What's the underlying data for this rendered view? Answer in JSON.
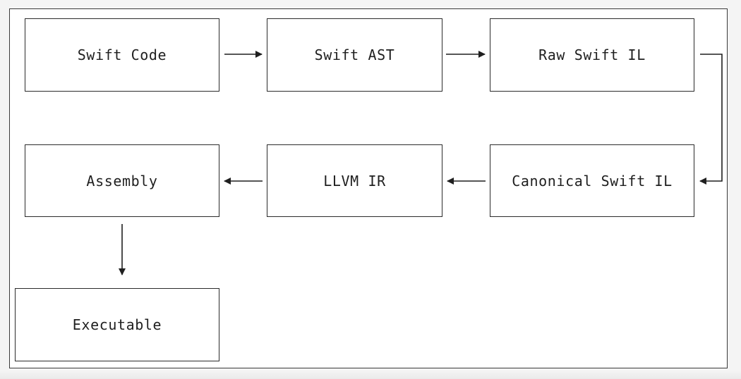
{
  "diagram": {
    "nodes": [
      {
        "id": "swift-code",
        "label": "Swift Code"
      },
      {
        "id": "swift-ast",
        "label": "Swift AST"
      },
      {
        "id": "raw-swift-il",
        "label": "Raw Swift IL"
      },
      {
        "id": "canonical-swift-il",
        "label": "Canonical Swift IL"
      },
      {
        "id": "llvm-ir",
        "label": "LLVM IR"
      },
      {
        "id": "assembly",
        "label": "Assembly"
      },
      {
        "id": "executable",
        "label": "Executable"
      }
    ],
    "edges": [
      {
        "from": "swift-code",
        "to": "swift-ast"
      },
      {
        "from": "swift-ast",
        "to": "raw-swift-il"
      },
      {
        "from": "raw-swift-il",
        "to": "canonical-swift-il"
      },
      {
        "from": "canonical-swift-il",
        "to": "llvm-ir"
      },
      {
        "from": "llvm-ir",
        "to": "assembly"
      },
      {
        "from": "assembly",
        "to": "executable"
      }
    ]
  }
}
